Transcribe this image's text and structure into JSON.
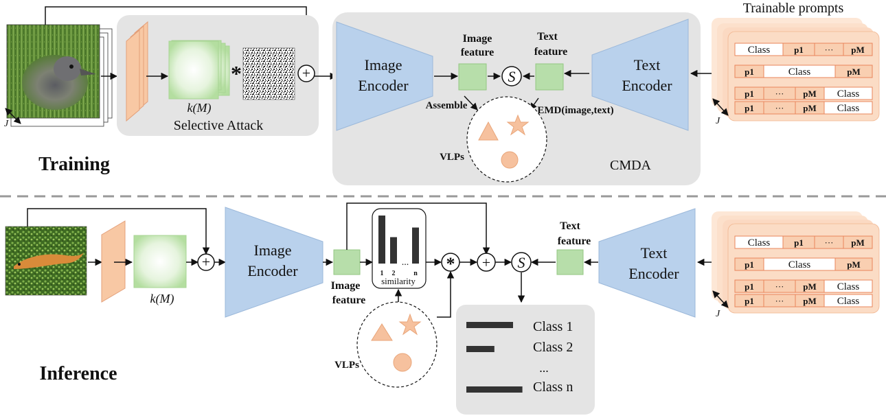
{
  "training": {
    "section_title": "Training",
    "kernel_label": "k(M)",
    "selective_attack_label": "Selective Attack",
    "image_encoder": [
      "Image",
      "Encoder"
    ],
    "text_encoder": [
      "Text",
      "Encoder"
    ],
    "image_feature": [
      "Image",
      "feature"
    ],
    "text_feature": [
      "Text",
      "feature"
    ],
    "similarity_symbol": "S",
    "assemble_label": "Assemble",
    "emd_label": "EMD(image,text)",
    "vlps_label": "VLPs",
    "cmda_label": "CMDA",
    "j_label": "J",
    "trainable_prompts_label": "Trainable prompts"
  },
  "prompts": {
    "rows": [
      [
        "Class",
        "p1",
        "···",
        "pM"
      ],
      [
        "p1",
        "Class",
        "pM"
      ],
      [
        "p1",
        "···",
        "pM",
        "Class"
      ],
      [
        "p1",
        "···",
        "pM",
        "Class"
      ]
    ]
  },
  "inference": {
    "section_title": "Inference",
    "kernel_label": "k(M)",
    "image_encoder": [
      "Image",
      "Encoder"
    ],
    "text_encoder": [
      "Text",
      "Encoder"
    ],
    "image_feature": [
      "Image",
      "feature"
    ],
    "text_feature": [
      "Text",
      "feature"
    ],
    "similarity_symbol": "S",
    "vlps_label": "VLPs",
    "j_label": "J",
    "bar_ticks": [
      "1",
      "2",
      "n"
    ],
    "bar_ellipsis": "...",
    "similarity_label": "similarity",
    "results": [
      "Class 1",
      "Class 2",
      "...",
      "Class n"
    ]
  },
  "chart_data": {
    "type": "bar",
    "categories": [
      "1",
      "2",
      "n"
    ],
    "values": [
      1.0,
      0.55,
      0.75
    ],
    "xlabel": "similarity",
    "ylabel": ""
  },
  "result_bars": {
    "values": [
      1.0,
      0.6,
      1.2
    ]
  },
  "colors": {
    "encoder_blue": "#b9d1ec",
    "feature_green": "#b7deaa",
    "prompt_peach": "#fbdcc5",
    "prompt_border": "#e9855a",
    "shape_orange": "#f6c19e",
    "panel_gray": "#e4e4e4"
  }
}
